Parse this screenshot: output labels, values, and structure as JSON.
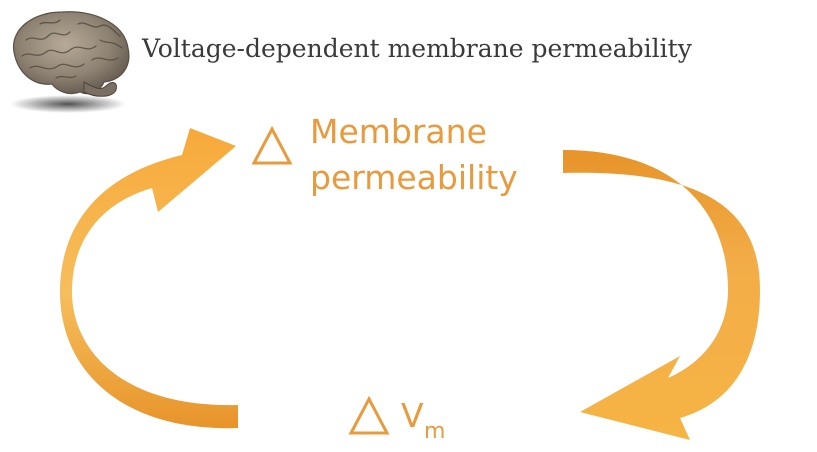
{
  "title": "Voltage-dependent membrane permeability",
  "logo": {
    "icon": "brain-icon"
  },
  "diagram": {
    "top_node": {
      "symbol": "delta-triangle",
      "line1": "Membrane",
      "line2": "permeability"
    },
    "bottom_node": {
      "symbol": "delta-triangle",
      "text": "V",
      "subscript": "m"
    },
    "cycle_direction": "clockwise",
    "arrows": [
      "right-arrow",
      "left-arrow"
    ]
  },
  "colors": {
    "accent": "#e89a3c",
    "arrow_light": "#fbc05a",
    "arrow_dark": "#e79a2f",
    "title": "#3a3a3a",
    "background": "#ffffff"
  }
}
